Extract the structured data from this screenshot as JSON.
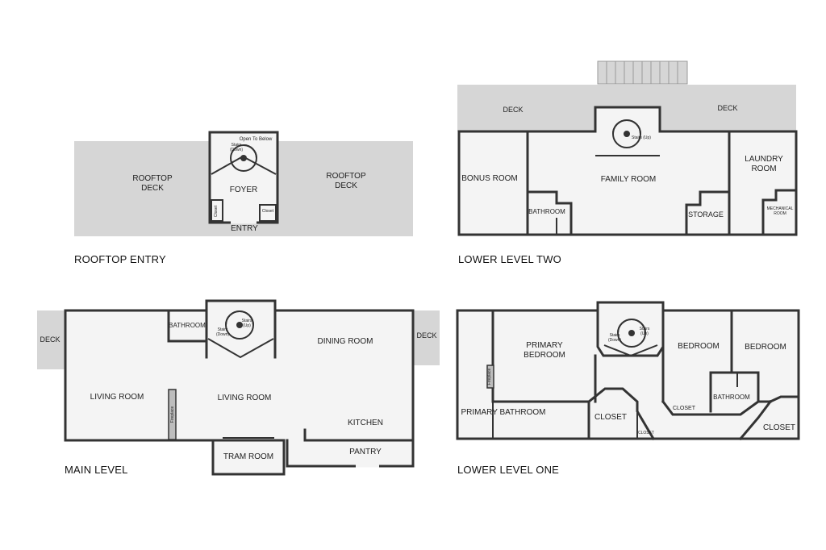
{
  "levels": {
    "rooftop_entry": {
      "caption": "ROOFTOP ENTRY",
      "rooms": {
        "rooftop_deck_left": "ROOFTOP\nDECK",
        "rooftop_deck_right": "ROOFTOP\nDECK",
        "open_to_below": "Open To Below",
        "stairs_down": "Stairs\n(Down)",
        "foyer": "FOYER",
        "closet_left": "Closet",
        "closet_right": "Closet",
        "entry": "ENTRY"
      }
    },
    "lower_level_two": {
      "caption": "LOWER LEVEL TWO",
      "rooms": {
        "deck_left": "DECK",
        "deck_right": "DECK",
        "stairs_up": "Stairs (Up)",
        "bonus_room": "BONUS ROOM",
        "family_room": "FAMILY ROOM",
        "laundry_room": "LAUNDRY\nROOM",
        "bathroom": "BATHROOM",
        "storage": "STORAGE",
        "mechanical_room": "MECHANICAL\nROOM"
      }
    },
    "main_level": {
      "caption": "MAIN LEVEL",
      "rooms": {
        "deck_left": "DECK",
        "deck_right": "DECK",
        "bathroom": "BATHROOM",
        "stairs_down": "Stairs\n(Down)",
        "stairs_up": "Stairs\n(Up)",
        "dining_room": "DINING ROOM",
        "living_room_left": "LIVING ROOM",
        "living_room_center": "LIVING ROOM",
        "fireplace": "Fireplace",
        "kitchen": "KITCHEN",
        "tram_room": "TRAM ROOM",
        "pantry": "PANTRY"
      }
    },
    "lower_level_one": {
      "caption": "LOWER LEVEL ONE",
      "rooms": {
        "primary_bedroom": "PRIMARY\nBEDROOM",
        "stairs_down": "Stairs\n(Down)",
        "stairs_up": "Stairs\n(Up)",
        "bedroom_1": "BEDROOM",
        "bedroom_2": "BEDROOM",
        "fireplace": "Fireplace",
        "bathroom": "BATHROOM",
        "closet_small_row": "CLOSET",
        "primary_bathroom": "PRIMARY BATHROOM",
        "closet_center": "CLOSET",
        "closet_tiny": "CLOSET",
        "closet_right": "CLOSET"
      }
    }
  },
  "colors": {
    "deck": "#d6d6d6",
    "floor": "#f4f4f4",
    "wall": "#333333"
  }
}
